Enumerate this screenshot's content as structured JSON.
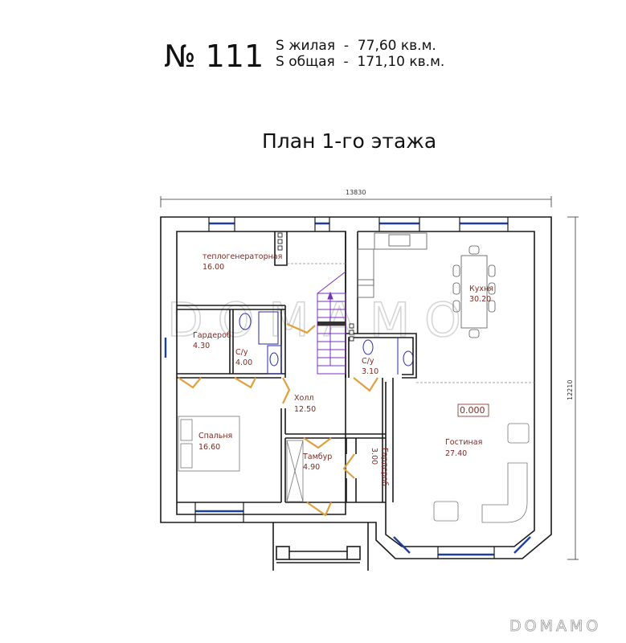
{
  "header": {
    "project_number": "№ 111",
    "living_area": "S жилая  -  77,60 кв.м.",
    "total_area": "S общая  -  171,10 кв.м."
  },
  "plan": {
    "title": "План 1-го этажа",
    "dimension_width": "13830",
    "dimension_height": "12210",
    "level_mark": "0.000",
    "rooms": [
      {
        "name": "теплогенераторная",
        "area": "16.00"
      },
      {
        "name": "Гардероб",
        "area": "4.30"
      },
      {
        "name": "С/у",
        "area": "4.00"
      },
      {
        "name": "Кухня",
        "area": "30.20"
      },
      {
        "name": "С/у",
        "area": "3.10"
      },
      {
        "name": "Холл",
        "area": "12.50"
      },
      {
        "name": "Спальня",
        "area": "16.60"
      },
      {
        "name": "Тамбур",
        "area": "4.90"
      },
      {
        "name": "Гардероб",
        "area": "3.00"
      },
      {
        "name": "Гостиная",
        "area": "27.40"
      }
    ]
  },
  "watermark": {
    "center": "DOMAMO",
    "corner": "DOMAMO"
  },
  "colors": {
    "wall": "#1a1a1a",
    "window": "#1f3f9e",
    "door": "#e0a040",
    "stairs": "#7b2fbf",
    "plumbing": "#2a2aaa",
    "label": "#7a2a22"
  }
}
